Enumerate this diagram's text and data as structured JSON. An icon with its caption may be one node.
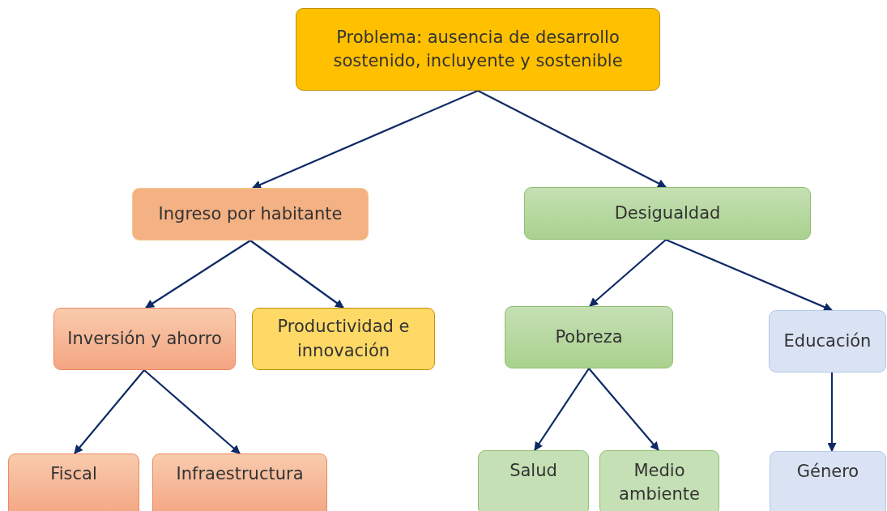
{
  "diagram": {
    "nodes": [
      {
        "text": [
          "Problema: ausencia de desarrollo sostenido, incluyente y sostenible"
        ]
      },
      {
        "text": [
          "Ingreso por habitante"
        ]
      },
      {
        "text": [
          "Desigualdad"
        ]
      },
      {
        "text": [
          "Inversión y ahorro"
        ]
      },
      {
        "text": [
          "Productividad e innovación"
        ]
      },
      {
        "text": [
          "Pobreza"
        ]
      },
      {
        "text": [
          "Educación"
        ]
      },
      {
        "text": [
          "Fiscal"
        ]
      },
      {
        "text": [
          "Infraestructura"
        ]
      },
      {
        "text": [
          "Salud"
        ]
      },
      {
        "text": [
          "Medio ambiente"
        ]
      },
      {
        "text": [
          "Género"
        ]
      }
    ],
    "edges": [
      {
        "from": 0,
        "to": 1,
        "arrow": "to"
      },
      {
        "from": 0,
        "to": 2,
        "arrow": "to"
      },
      {
        "from": 1,
        "to": 3,
        "arrow": "to"
      },
      {
        "from": 1,
        "to": 4,
        "arrow": "to"
      },
      {
        "from": 2,
        "to": 5,
        "arrow": "to"
      },
      {
        "from": 2,
        "to": 6,
        "arrow": "to"
      },
      {
        "from": 3,
        "to": 7,
        "arrow": "to"
      },
      {
        "from": 3,
        "to": 8,
        "arrow": "to"
      },
      {
        "from": 5,
        "to": 9,
        "arrow": "to"
      },
      {
        "from": 5,
        "to": 10,
        "arrow": "to"
      },
      {
        "from": 6,
        "to": 11,
        "arrow": "to"
      }
    ]
  }
}
